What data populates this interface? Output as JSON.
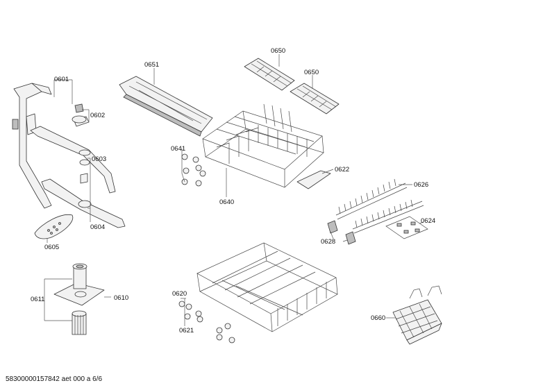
{
  "labels": {
    "l0601": "0601",
    "l0602": "0602",
    "l0603": "0603",
    "l0604": "0604",
    "l0605": "0605",
    "l0610": "0610",
    "l0611": "0611",
    "l0620": "0620",
    "l0621": "0621",
    "l0622": "0622",
    "l0624": "0624",
    "l0626": "0626",
    "l0628": "0628",
    "l0640": "0640",
    "l0641": "0641",
    "l0650a": "0650",
    "l0650b": "0650",
    "l0651": "0651",
    "l0660": "0660"
  },
  "footer": "58300000157842 aet 000 a 6/6"
}
